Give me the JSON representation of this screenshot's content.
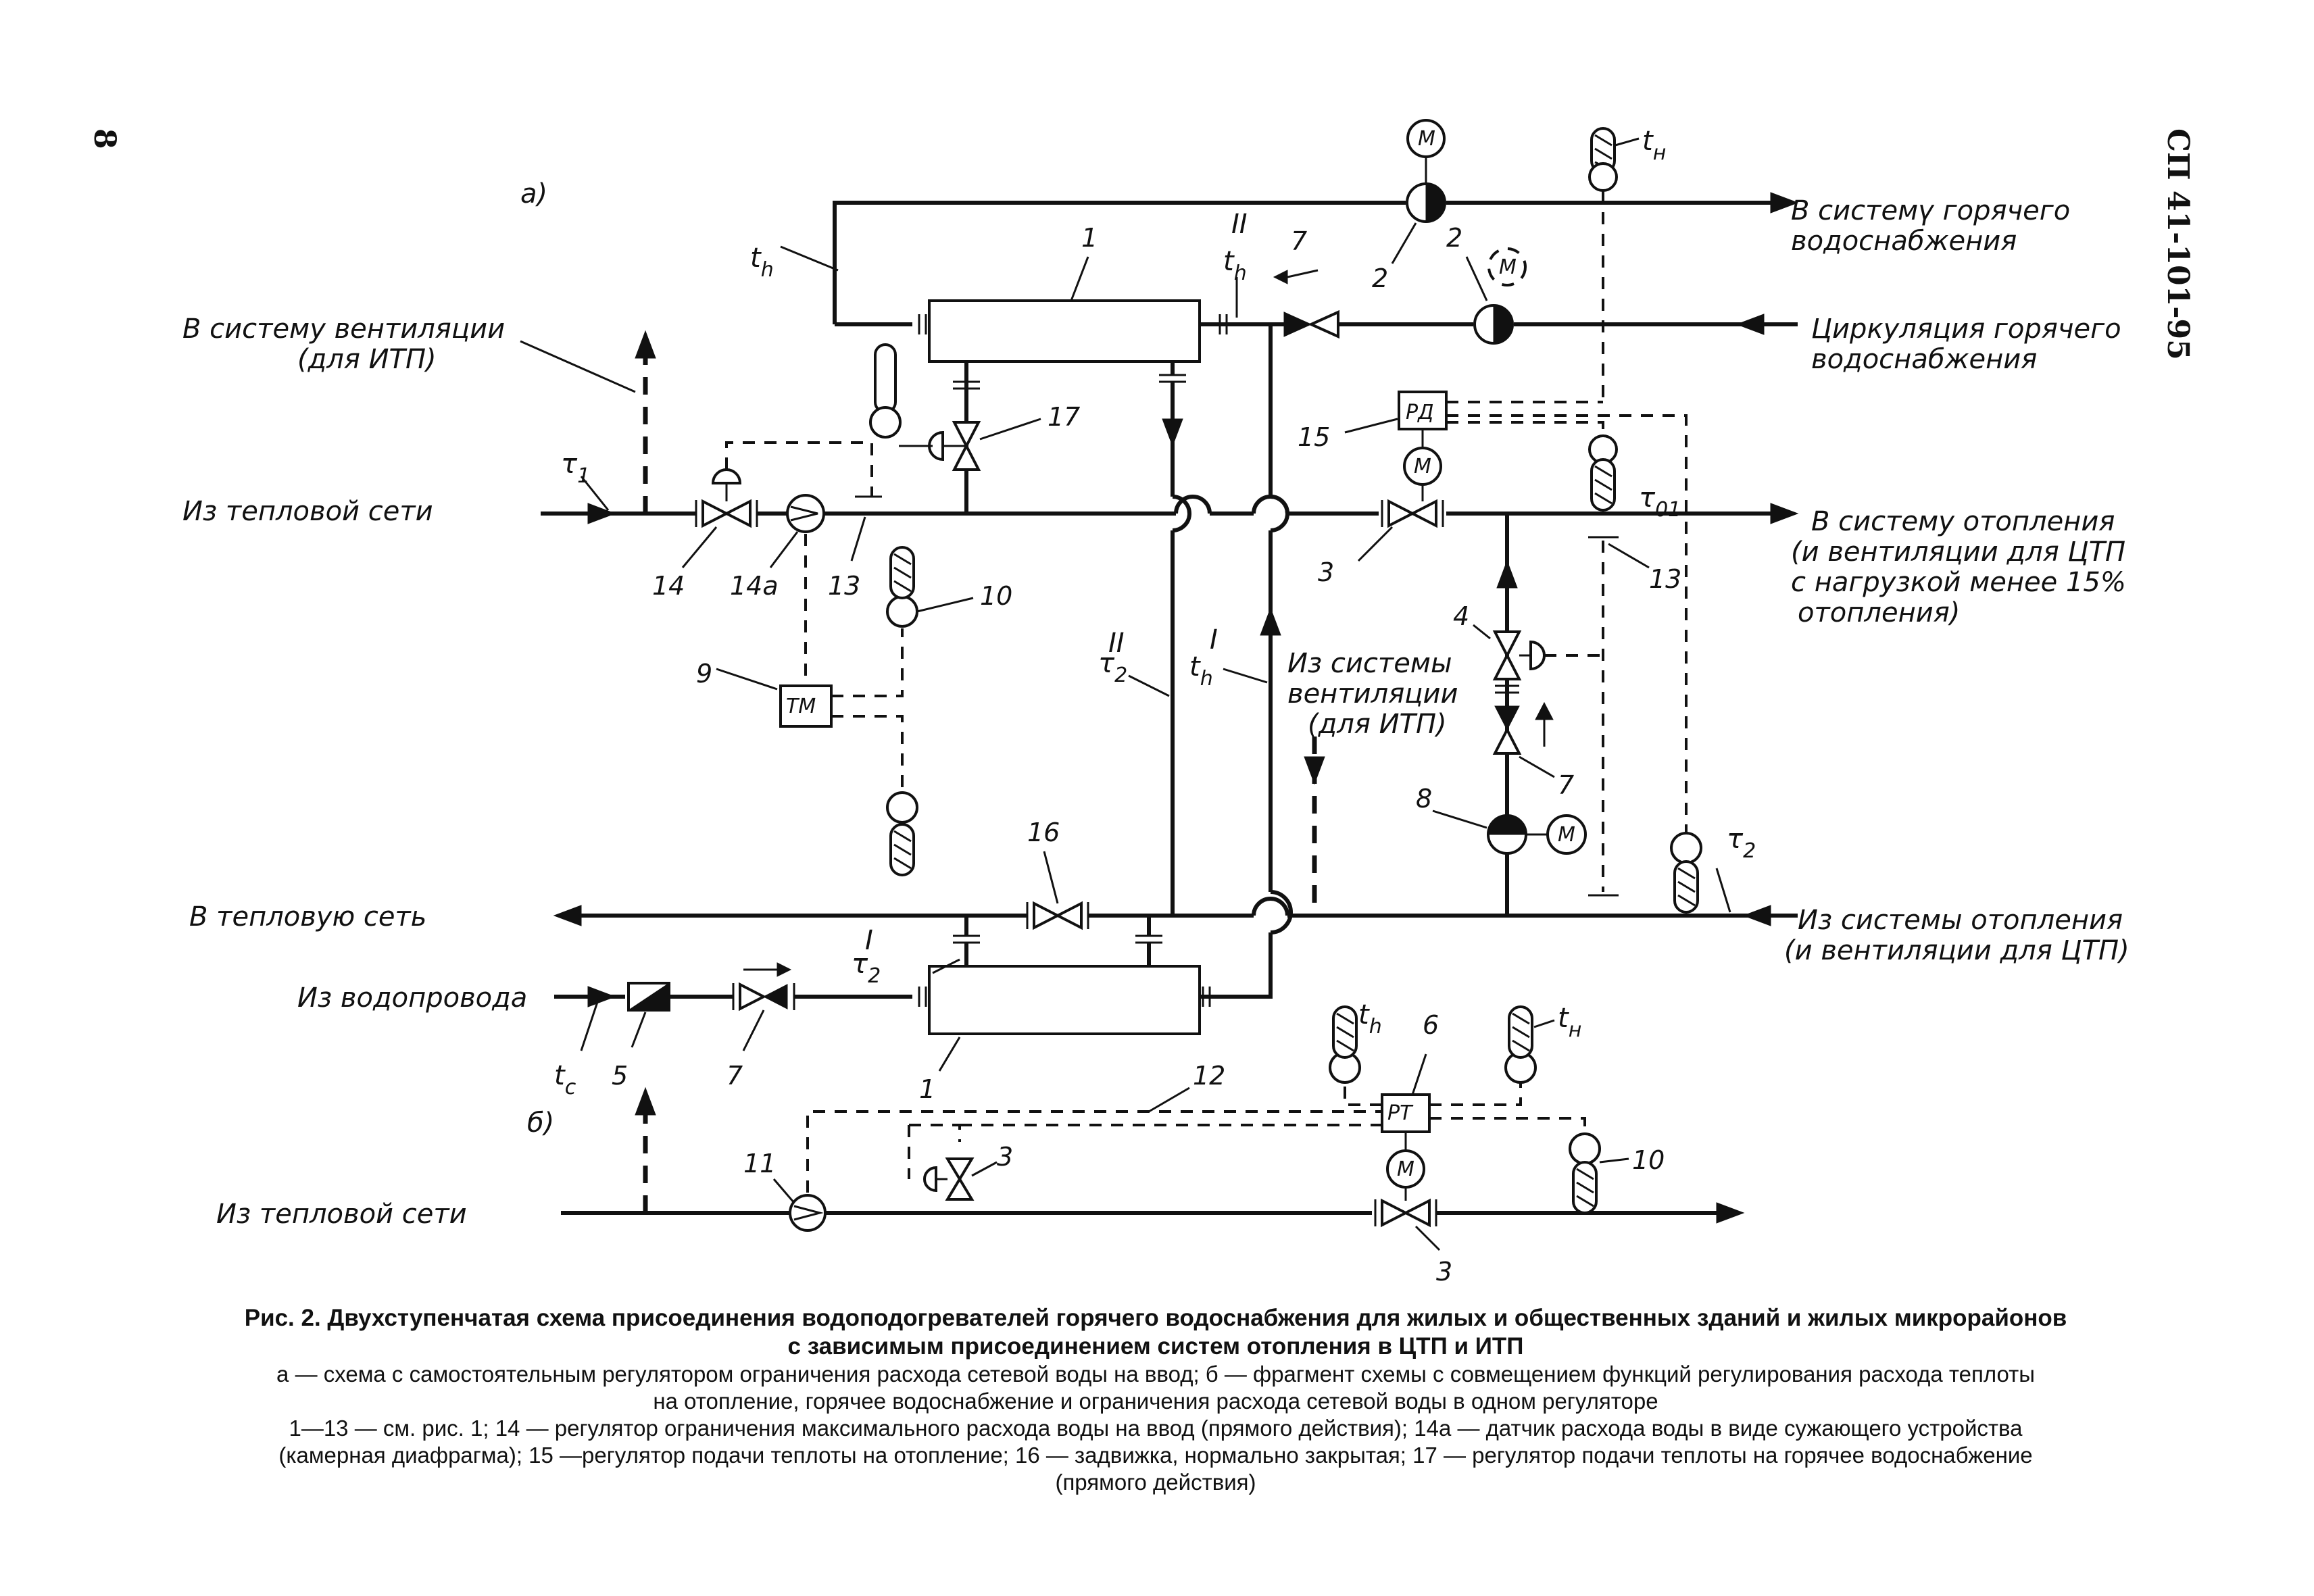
{
  "page": {
    "number": "8",
    "doc_code": "СП 41-101-95"
  },
  "labels": {
    "part_a": "а)",
    "part_b": "б)",
    "to_hot_water": "В системү горячего",
    "to_hot_water2": "водоснабжения",
    "circulation": "Циркуляция горячего",
    "circulation2": "водоснабжения",
    "to_ventilation": "В систему вентиляции",
    "to_ventilation2": "(для ИТП)",
    "from_network": "Из тепловой сети",
    "to_heating": "В систему отопления",
    "to_heating2": "(и вентиляции для ЦТП",
    "to_heating3": "с нагрузкой менее 15%",
    "to_heating4": "отопления)",
    "from_vent": "Из системы",
    "from_vent2": "вентиляции",
    "from_vent3": "(для ИТП)",
    "to_network": "В тепловую сеть",
    "from_heating": "Из системы отопления",
    "from_heating2": "(и вентиляции для ЦТП)",
    "from_water": "Из водопровода",
    "from_network_b": "Из тепловой сети"
  },
  "devices": {
    "tm": "ТМ",
    "rd": "РД",
    "rt": "РТ",
    "m": "М"
  },
  "symbols": {
    "th": "t",
    "th_sub": "h",
    "tn": "t",
    "tn_sub": "н",
    "tc": "t",
    "tc_sub": "c",
    "tau1": "τ",
    "tau1_sub": "1",
    "tau01": "τ",
    "tau01_sub": "01",
    "tau2": "τ",
    "tau2_sub": "2",
    "tau2_I": "τ",
    "tau2_I_sub": "2",
    "tau2_I_sup": "I",
    "tau2_II": "τ",
    "tau2_II_sub": "2",
    "tau2_II_sup": "II",
    "th_I_sup": "I",
    "th_II_sup": "II"
  },
  "numbers": {
    "n1": "1",
    "n2": "2",
    "n3": "3",
    "n4": "4",
    "n5": "5",
    "n6": "6",
    "n7": "7",
    "n8": "8",
    "n9": "9",
    "n10": "10",
    "n11": "11",
    "n12": "12",
    "n13": "13",
    "n14": "14",
    "n14a": "14а",
    "n15": "15",
    "n16": "16",
    "n17": "17"
  },
  "caption": {
    "title1": "Рис. 2. Двухступенчатая схема присоединения водоподогревателей горячего водоснабжения для жилых и общественных зданий и жилых микрорайонов",
    "title2": "с зависимым присоединением систем отопления в ЦТП и ИТП",
    "line1": "а — схема с самостоятельным регулятором ограничения расхода сетевой воды на ввод; б — фрагмент схемы с совмещением функций регулирования расхода теплоты",
    "line2": "на отопление, горячее водоснабжение и ограничения расхода сетевой воды в одном регуляторе",
    "line3": "1—13 — см. рис. 1; 14 — регулятор ограничения максимального расхода воды на ввод (прямого действия); 14а — датчик расхода воды в виде сужающего устройства",
    "line4": "(камерная диафрагма); 15 —регулятор подачи теплоты на отопление; 16 — задвижка, нормально закрытая; 17 — регулятор подачи теплоты на горячее водоснабжение",
    "line5": "(прямого действия)"
  }
}
